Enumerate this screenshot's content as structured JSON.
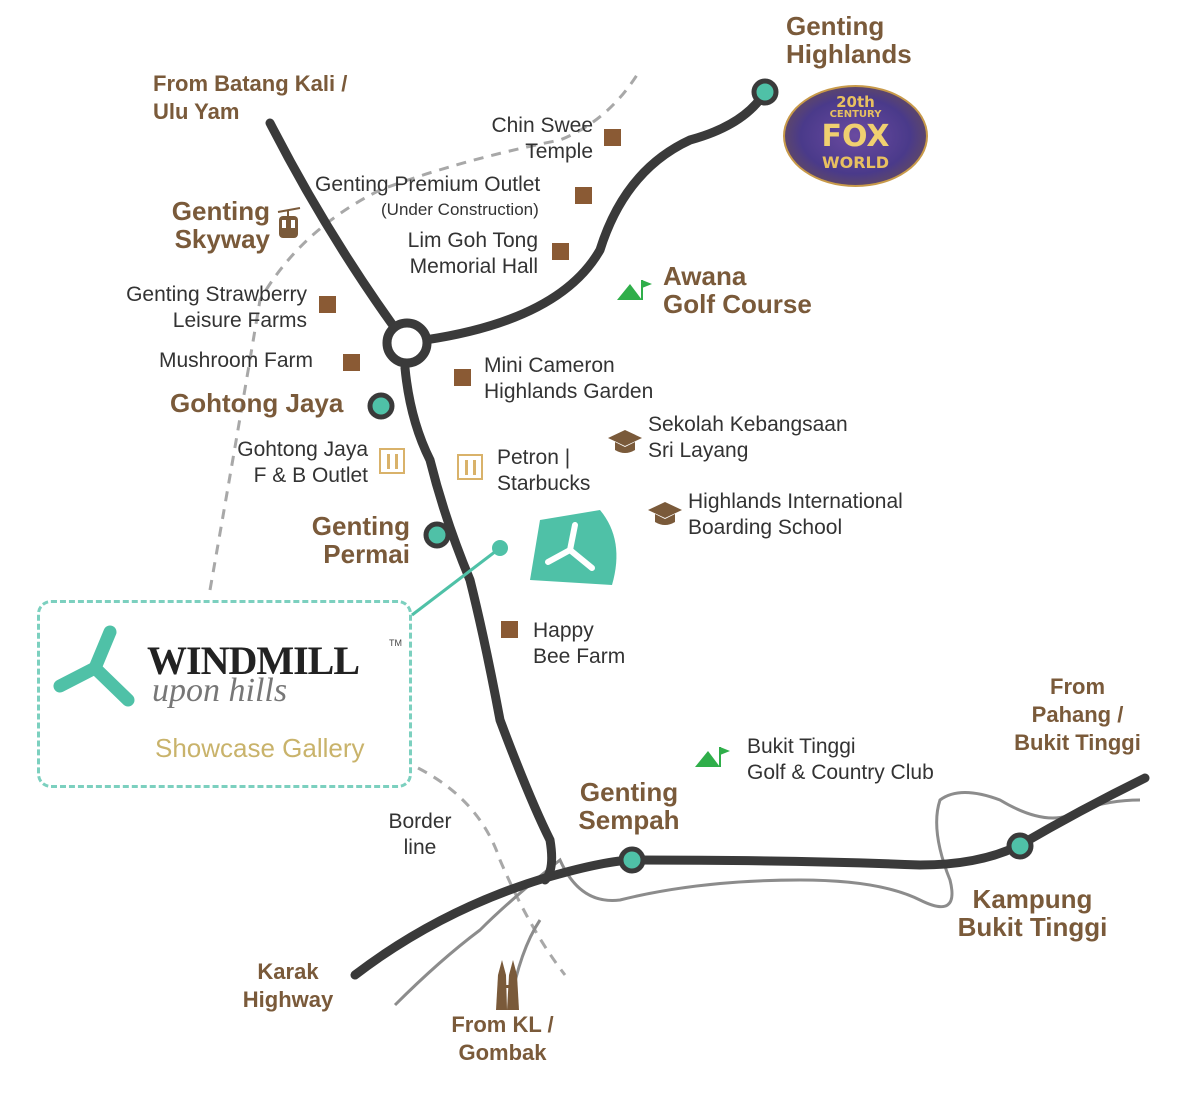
{
  "places": {
    "genting_highlands": [
      "Genting",
      "Highlands"
    ],
    "from_batang_kali": [
      "From Batang Kali /",
      "Ulu Yam"
    ],
    "chin_swee": [
      "Chin Swee",
      "Temple"
    ],
    "premium_outlet": "Genting Premium Outlet",
    "premium_outlet_note": "(Under Construction)",
    "lim_goh_tong": [
      "Lim Goh Tong",
      "Memorial Hall"
    ],
    "genting_skyway": [
      "Genting",
      "Skyway"
    ],
    "awana": [
      "Awana",
      "Golf Course"
    ],
    "strawberry": [
      "Genting Strawberry",
      "Leisure Farms"
    ],
    "mushroom": "Mushroom Farm",
    "mini_cameron": [
      "Mini Cameron",
      "Highlands Garden"
    ],
    "gohtong_jaya": "Gohtong Jaya",
    "sekolah": [
      "Sekolah Kebangsaan",
      "Sri Layang"
    ],
    "gohtong_fb": [
      "Gohtong Jaya",
      "F & B Outlet"
    ],
    "petron": [
      "Petron |",
      "Starbucks"
    ],
    "international_school": [
      "Highlands International",
      "Boarding School"
    ],
    "genting_permai": [
      "Genting",
      "Permai"
    ],
    "happy_bee": [
      "Happy",
      "Bee Farm"
    ],
    "from_pahang": [
      "From",
      "Pahang /",
      "Bukit Tinggi"
    ],
    "bukit_tinggi_golf": [
      "Bukit Tinggi",
      "Golf & Country Club"
    ],
    "genting_sempah": [
      "Genting",
      "Sempah"
    ],
    "border_line": [
      "Border",
      "line"
    ],
    "kampung_bukit_tinggi": [
      "Kampung",
      "Bukit Tinggi"
    ],
    "karak": [
      "Karak",
      "Highway"
    ],
    "from_kl": [
      "From KL /",
      "Gombak"
    ]
  },
  "gallery": {
    "name": "WINDMILL",
    "trademark": "TM",
    "tagline": "upon hills",
    "label": "Showcase Gallery"
  },
  "fox_logo": {
    "line1": "20th",
    "line2": "CENTURY",
    "line3": "FOX",
    "line4": "WORLD"
  },
  "colors": {
    "road": "#3a3a3a",
    "station": "#4fc1a7",
    "label_brown": "#7a5a3a",
    "marker_brown": "#8a5a34",
    "gallery_border": "#7cd0bf",
    "gallery_text": "#c9b36b",
    "river": "#8c8c8c",
    "border_dash": "#9a9a9a"
  },
  "icons": {
    "attraction": "square-marker",
    "food": "cutlery-icon",
    "school": "graduation-cap-icon",
    "golf": "golf-flag-icon",
    "cable_car": "cable-car-icon",
    "landmark": "twin-towers-icon",
    "project": "windmill-icon"
  }
}
